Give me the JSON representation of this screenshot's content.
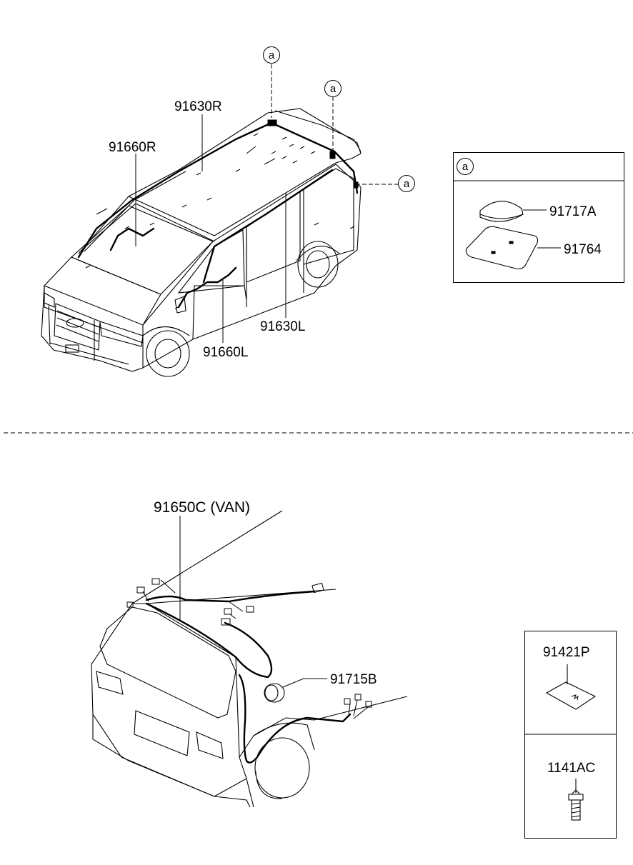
{
  "upper_section": {
    "callouts": {
      "roof_right": "91630R",
      "door_right": "91660R",
      "roof_left": "91630L",
      "door_left": "91660L"
    },
    "ref_marker": "a"
  },
  "detail_a": {
    "header": "a",
    "items": [
      "91717A",
      "91764"
    ]
  },
  "lower_section": {
    "callouts": {
      "tailgate": "91650C (VAN)",
      "grommet": "91715B"
    }
  },
  "parts_box_1": {
    "label": "91421P"
  },
  "parts_box_2": {
    "label": "1141AC"
  }
}
